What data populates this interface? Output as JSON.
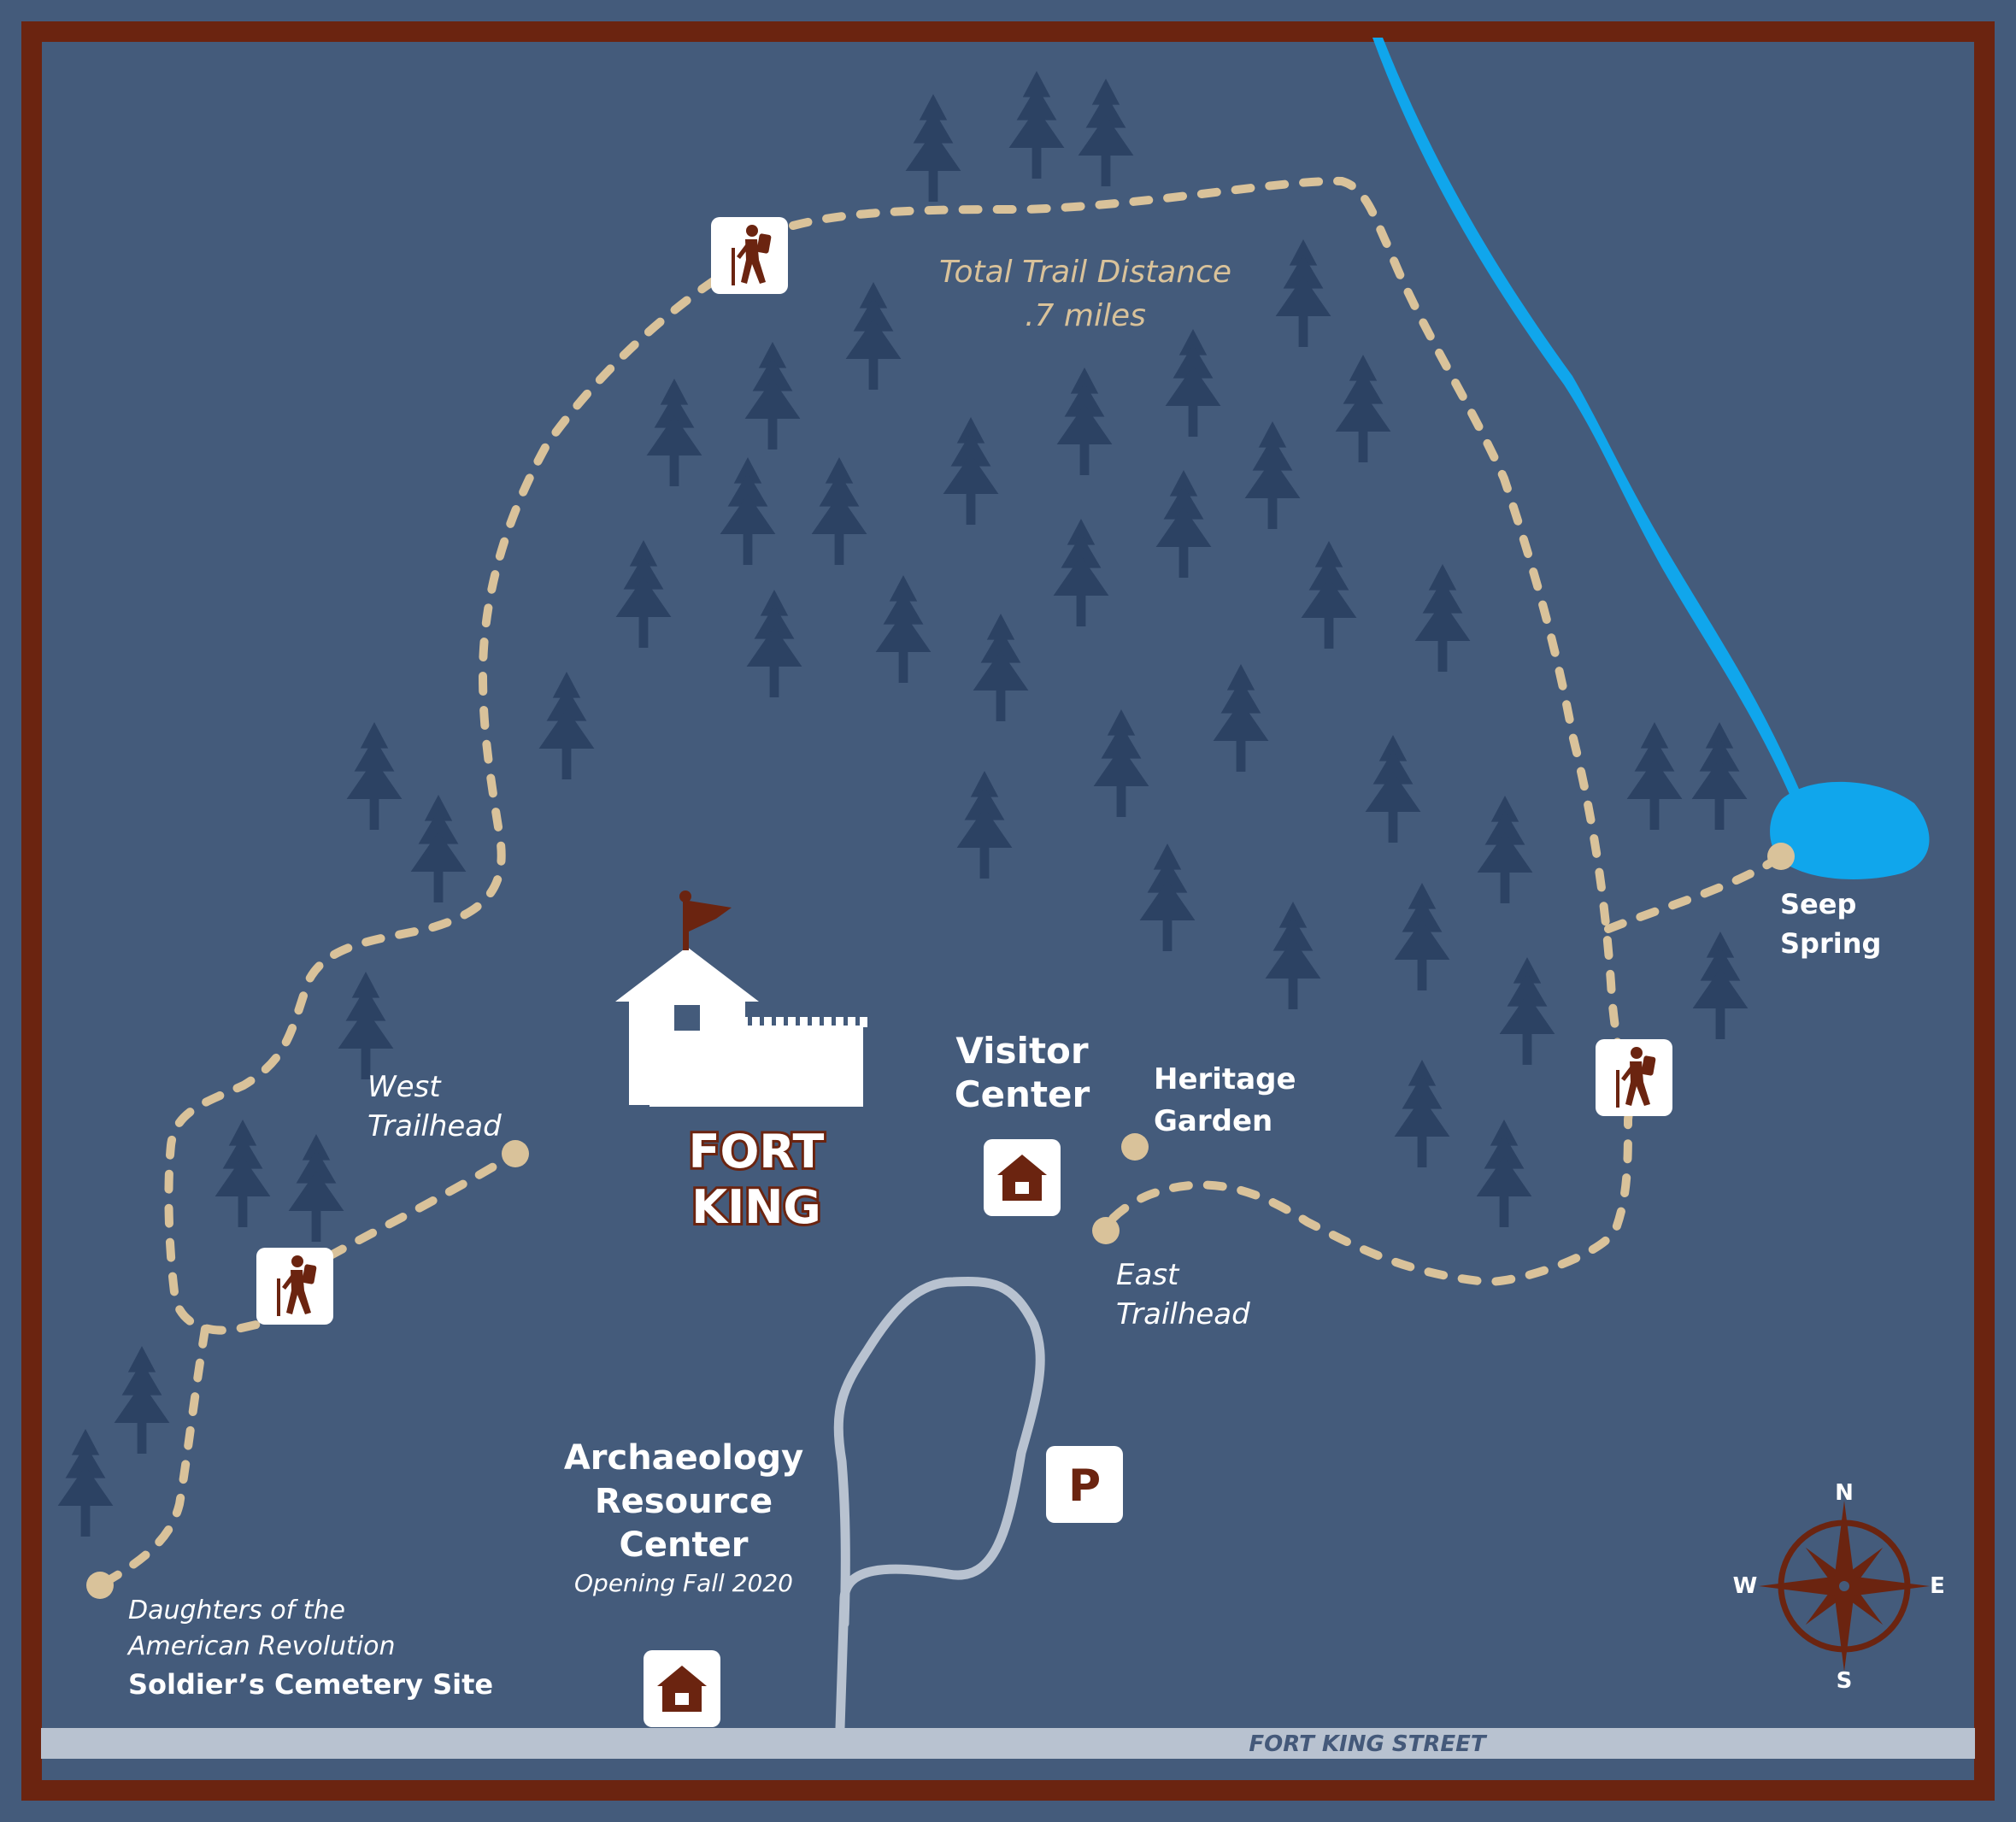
{
  "colors": {
    "background": "#445b7b",
    "border": "#6b2410",
    "tree": "#2c4263",
    "trail": "#d9c29a",
    "water": "#10a6ec",
    "road": "#b8c2d0",
    "icon_bg": "#ffffff",
    "icon_fg": "#6b2410"
  },
  "labels": {
    "trail_distance_line1": "Total Trail Distance",
    "trail_distance_line2": ".7 miles",
    "west_trailhead_line1": "West",
    "west_trailhead_line2": "Trailhead",
    "east_trailhead_line1": "East",
    "east_trailhead_line2": "Trailhead",
    "fort_line1": "FORT",
    "fort_line2": "KING",
    "visitor_center_line1": "Visitor",
    "visitor_center_line2": "Center",
    "heritage_garden_line1": "Heritage",
    "heritage_garden_line2": "Garden",
    "seep_spring_line1": "Seep",
    "seep_spring_line2": "Spring",
    "archaeology_line1": "Archaeology",
    "archaeology_line2": "Resource",
    "archaeology_line3": "Center",
    "archaeology_note": "Opening Fall 2020",
    "cemetery_line1": "Daughters of the",
    "cemetery_line2": "American Revolution",
    "cemetery_line3": "Soldier’s Cemetery Site",
    "street": "FORT KING STREET",
    "parking": "P"
  },
  "compass": {
    "n": "N",
    "e": "E",
    "s": "S",
    "w": "W"
  },
  "icons": {
    "hiker": "hiker-icon",
    "building": "building-icon",
    "parking": "parking-icon",
    "flag": "flag-icon",
    "tree": "tree-icon",
    "compass": "compass-rose-icon"
  }
}
